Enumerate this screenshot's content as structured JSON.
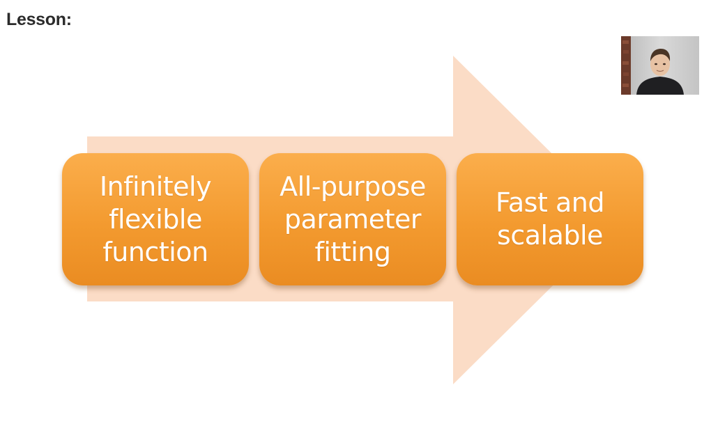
{
  "header": {
    "lesson_label": "Lesson:"
  },
  "slide": {
    "steps": [
      {
        "label": "Infinitely\nflexible\nfunction"
      },
      {
        "label": "All-purpose\nparameter\nfitting"
      },
      {
        "label": "Fast and\nscalable"
      }
    ],
    "colors": {
      "arrow": "#fbdcc6",
      "box_top": "#fbae4c",
      "box_bottom": "#ea8c22",
      "box_text": "#ffffff"
    }
  },
  "video": {
    "presenter_icon": "presenter-webcam-icon"
  }
}
